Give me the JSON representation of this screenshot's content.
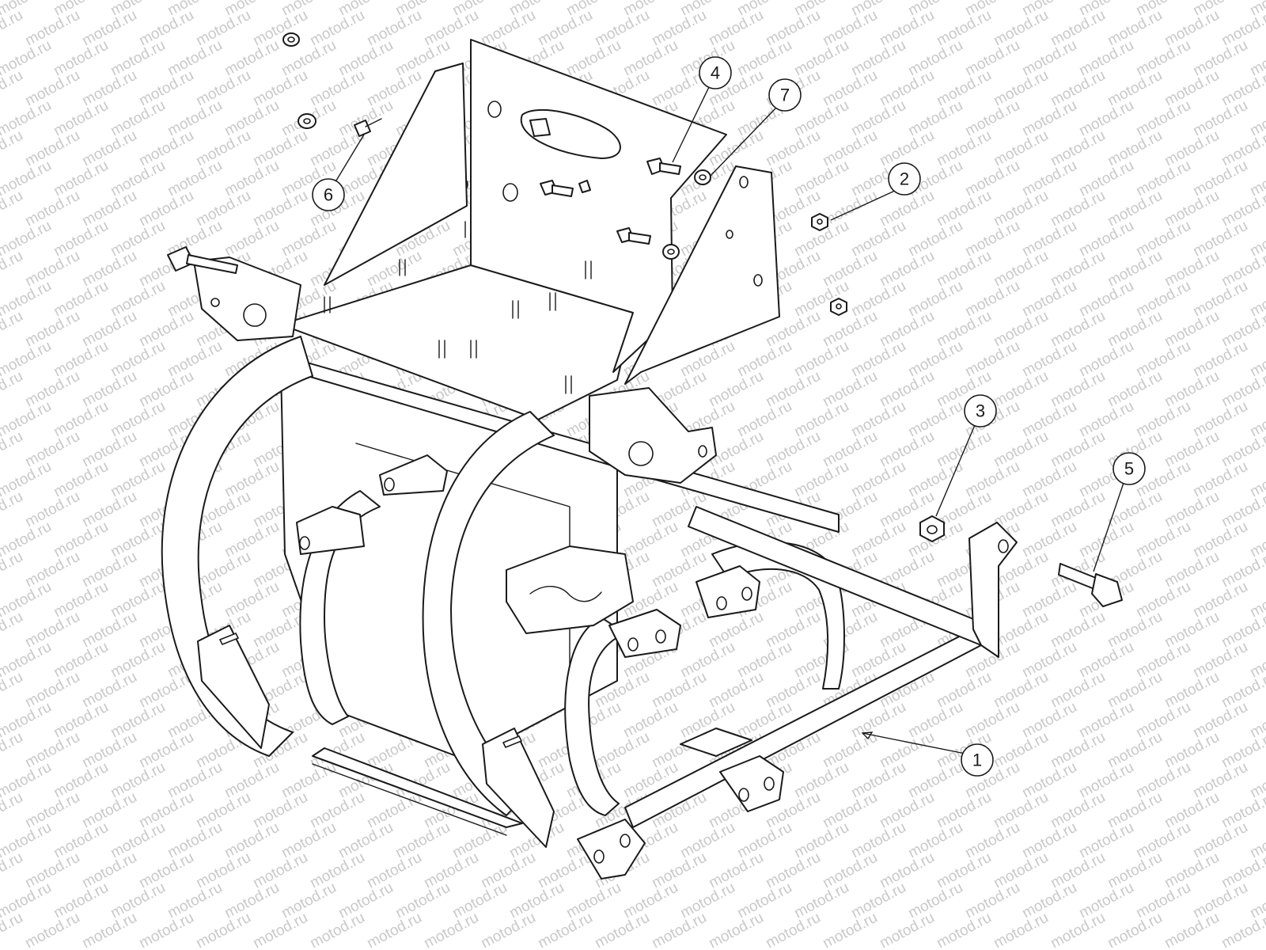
{
  "watermark": {
    "text": "motod.ru",
    "color": "#c9c9c9"
  },
  "callouts": [
    {
      "id": "1",
      "label": "1"
    },
    {
      "id": "2",
      "label": "2"
    },
    {
      "id": "3",
      "label": "3"
    },
    {
      "id": "4",
      "label": "4"
    },
    {
      "id": "5",
      "label": "5"
    },
    {
      "id": "6",
      "label": "6"
    },
    {
      "id": "7",
      "label": "7"
    }
  ],
  "colors": {
    "line": "#1a1a1a",
    "background": "#ffffff"
  }
}
